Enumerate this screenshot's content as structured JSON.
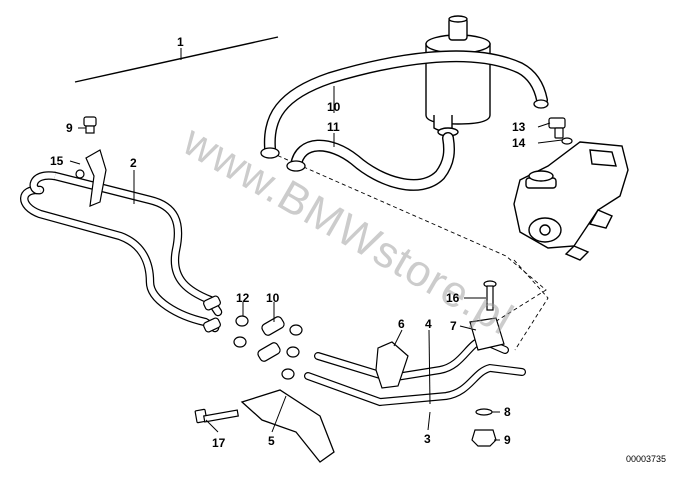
{
  "diagram": {
    "catalog_number": "00003735",
    "watermark": "www.BMWstore.pl",
    "callouts": [
      {
        "id": "c1",
        "label": "1"
      },
      {
        "id": "c2",
        "label": "2"
      },
      {
        "id": "c3",
        "label": "3"
      },
      {
        "id": "c4",
        "label": "4"
      },
      {
        "id": "c5",
        "label": "5"
      },
      {
        "id": "c6",
        "label": "6"
      },
      {
        "id": "c7",
        "label": "7"
      },
      {
        "id": "c8",
        "label": "8"
      },
      {
        "id": "c9a",
        "label": "9"
      },
      {
        "id": "c9b",
        "label": "9"
      },
      {
        "id": "c10a",
        "label": "10"
      },
      {
        "id": "c10b",
        "label": "10"
      },
      {
        "id": "c11",
        "label": "11"
      },
      {
        "id": "c12",
        "label": "12"
      },
      {
        "id": "c13",
        "label": "13"
      },
      {
        "id": "c14",
        "label": "14"
      },
      {
        "id": "c15",
        "label": "15"
      },
      {
        "id": "c16",
        "label": "16"
      },
      {
        "id": "c17",
        "label": "17"
      }
    ]
  }
}
